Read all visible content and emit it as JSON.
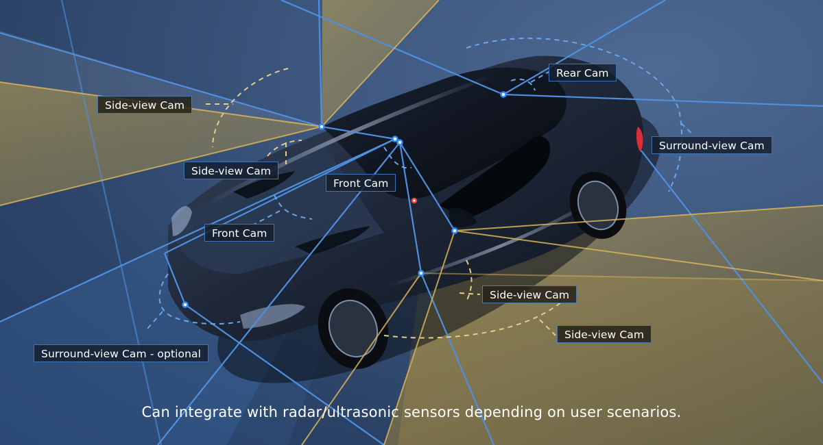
{
  "diagram": {
    "subject": "car",
    "colors": {
      "background": "#2c4468",
      "fov_blue_line": "#4f8fe0",
      "fov_yellow_line": "#d9b45a",
      "fov_yellow_fill": "#b89a45",
      "label_border": "#3f74b4",
      "label_bg": "#141e2d",
      "node": "#2f8cff",
      "radar_dot": "#e8452f"
    },
    "labels": [
      {
        "id": "side-view-cam-left-rear",
        "text": "Side-view Cam"
      },
      {
        "id": "side-view-cam-left-front",
        "text": "Side-view Cam"
      },
      {
        "id": "rear-cam",
        "text": "Rear Cam"
      },
      {
        "id": "surround-view-cam-rear",
        "text": "Surround-view Cam"
      },
      {
        "id": "front-cam-1",
        "text": "Front Cam"
      },
      {
        "id": "front-cam-2",
        "text": "Front Cam"
      },
      {
        "id": "side-view-cam-right-1",
        "text": "Side-view Cam"
      },
      {
        "id": "side-view-cam-right-2",
        "text": "Side-view Cam"
      },
      {
        "id": "surround-view-cam-optional",
        "text": "Surround-view Cam - optional"
      }
    ],
    "caption": "Can integrate with radar/ultrasonic sensors depending on user scenarios."
  }
}
